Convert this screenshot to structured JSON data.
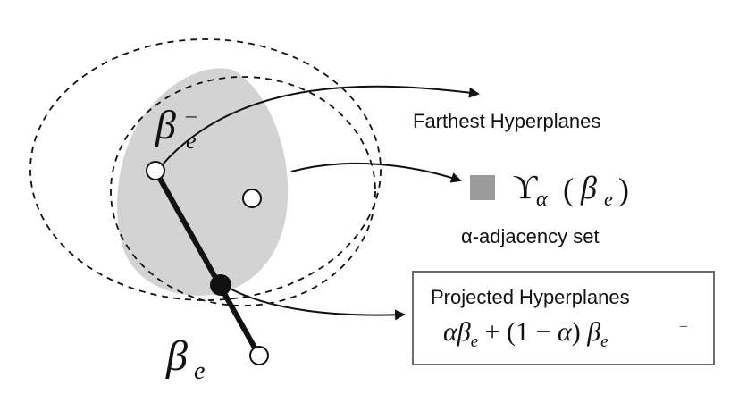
{
  "colors": {
    "ink": "#111111",
    "region_fill": "#d3d3d3",
    "legend_swatch": "#9b9b9b",
    "box_border": "#6b6b6b"
  },
  "icons": {
    "legend_swatch": "gray-square-icon",
    "arrow": "arrow-head-icon",
    "point": "circle-point-icon"
  },
  "labels": {
    "beta_ebar": {
      "base": "β",
      "sub": "e",
      "bar": "¯"
    },
    "beta_e": {
      "base": "β",
      "sub": "e"
    },
    "farthest": "Farthest Hyperplanes",
    "upsilon": {
      "symbol": "ϒ",
      "sub": "α",
      "open": "(",
      "beta": "β",
      "beta_sub": "e",
      "close": ")"
    },
    "adjacency": "α-adjacency set",
    "projected_title": "Projected Hyperplanes",
    "projected_formula": {
      "alpha": "α",
      "beta1": "β",
      "sub1": "e",
      "plus": " + (1 − ",
      "alpha2": "α",
      "close": ") ",
      "beta2": "β",
      "sub2": "e",
      "bar2": "¯"
    }
  }
}
